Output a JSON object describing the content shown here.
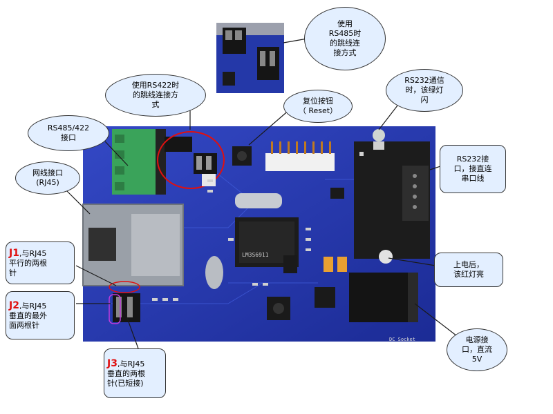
{
  "callouts": {
    "rs485_jumper": "使用\nRS485时\n的跳线连\n接方式",
    "rs422_jumper": "使用RS422时\n的跳线连接方\n式",
    "rs485_422_port": "RS485/422\n接口",
    "reset_button": "复位按钮\n（ Reset）",
    "rs232_led": "RS232通信\n时，该绿灯\n闪",
    "rs232_port": "RS232接\n口，接直连\n串口线",
    "rj45_port": "网线接口\n(RJ45)",
    "j1_label": "J1",
    "j1_text": ",与RJ45\n平行的两根\n针",
    "j2_label": "J2",
    "j2_text": ",与RJ45\n垂直的最外\n面两根针",
    "j3_label": "J3",
    "j3_text": ",与RJ45\n垂直的两根\n针(已短接)",
    "power_led": "上电后，\n该红灯亮",
    "power_port": "电源接\n口，直流\n5V"
  },
  "board": {
    "mcu_text": "LM3S6911",
    "silk_dc": "DC_Socket"
  },
  "colors": {
    "pcb": "#1f2fa8",
    "callout_fill": "#e3efff",
    "highlight_red": "#e01010",
    "terminal_green": "#3aa35a"
  }
}
